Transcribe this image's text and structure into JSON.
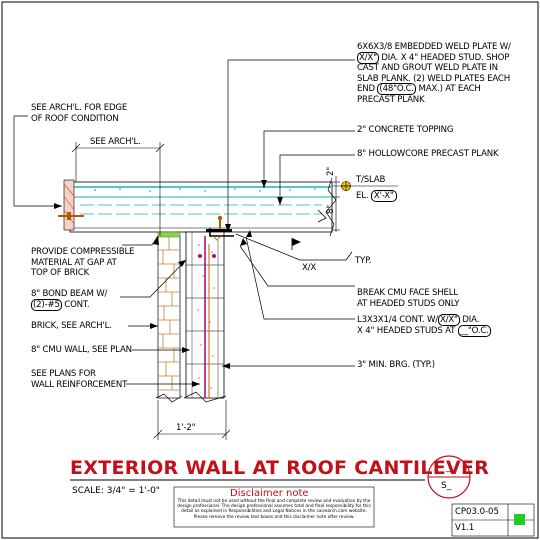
{
  "notes": {
    "weld_plate": {
      "line1": "6x6x3/8 EMBEDDED WELD PLATE W/",
      "line2_box": "X/X\"",
      "line2_rest": " DIA. x 4\" HEADED STUD. SHOP",
      "line3": "CAST AND GROUT WELD PLATE IN",
      "line4": "SLAB PLANK. (2) WELD PLATES EACH",
      "line5_pre": "END ",
      "line5_box": "(48\"o.c.",
      "line5_rest": " MAX.) AT EACH",
      "line6": "PRECAST PLANK"
    },
    "topping": "2\" CONCRETE TOPPING",
    "hollowcore": "8\" HOLLOWCORE PRECAST PLANK",
    "tslab": "T/SLAB",
    "el_pre": "EL.",
    "el_box": "X'-X\"",
    "typ": "TYP.",
    "xx": "X/X",
    "face_shell": {
      "line1": "BREAK CMU FACE SHELL",
      "line2": "AT HEADED STUDS ONLY"
    },
    "angle": {
      "line1_pre": "L3x3x1/4 CONT. W/",
      "line1_box": "X/X\"",
      "line1_rest": " DIA.",
      "line2_pre": "x 4\" HEADED STUDS AT ",
      "line2_box": "__\"o.c."
    },
    "bearing": "3\" MIN. BRG. (TYP.)",
    "roof_edge": {
      "line1": "SEE ARCH'L. FOR EDGE",
      "line2": "OF ROOF CONDITION"
    },
    "see_archl": "SEE ARCH'L.",
    "compressible": {
      "line1": "PROVIDE COMPRESSIBLE",
      "line2": "MATERIAL AT GAP AT",
      "line3": "TOP OF BRICK"
    },
    "bond_beam": {
      "line1": "8\" BOND BEAM W/",
      "line2_box": "(2)-#5",
      "line2_rest": " CONT."
    },
    "brick": "BRICK, SEE ARCH'L.",
    "cmu_wall": "8\" CMU WALL, SEE PLAN",
    "reinforcement": {
      "line1": "SEE PLANS FOR",
      "line2": "WALL REINFORCEMENT"
    },
    "dim_width": "1'-2\"",
    "dim_topping": "2\"",
    "dim_plank": "8\""
  },
  "title": "EXTERIOR WALL AT ROOF CANTILEVER",
  "scale": "SCALE:  3/4\" = 1'-0\"",
  "disclaimer": {
    "title": "Disclaimer note",
    "body": "This detail must not be used without the final and complete review and evaluation by the design professional. The design professional assumes total and final responsibility for this detail as explained in Responsibilities and Legal Notices in the caisearch.com website. Please remove the review text boxes and this disclaimer note after review."
  },
  "bubble": {
    "top": "_",
    "bottom": "S_"
  },
  "sheet_id": "CP03.0-05",
  "version": "V1.1",
  "colors": {
    "title": "#c0101a",
    "concrete": "#17b5b5",
    "rebar": "#b0107a",
    "brick": "#d07a2a",
    "leader": "#000000"
  }
}
